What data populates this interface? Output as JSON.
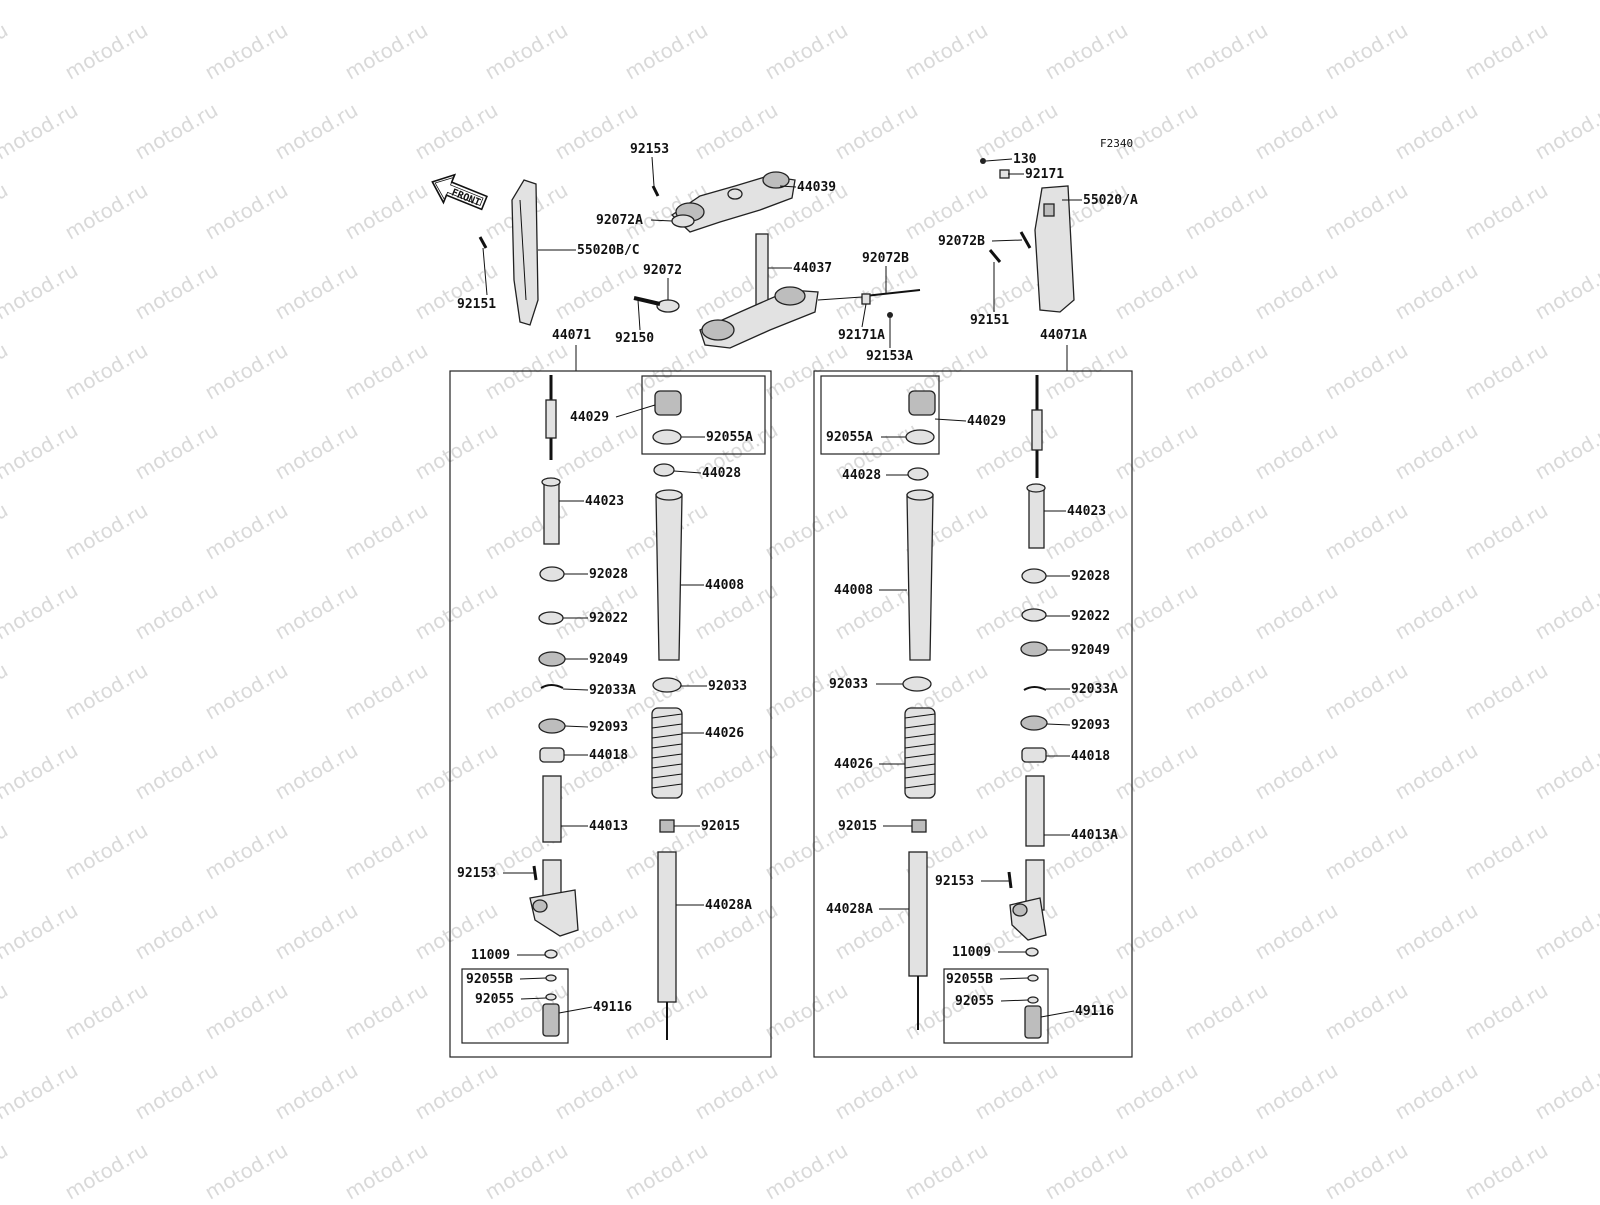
{
  "watermark": "motod.ru",
  "figure_code": "F2340",
  "front_arrow": "FRONT",
  "labels": {
    "p92153_top": "92153",
    "p44039": "44039",
    "p92072A": "92072A",
    "p44037": "44037",
    "p92072": "92072",
    "p92072B_c": "92072B",
    "p92150": "92150",
    "p92171A": "92171A",
    "p92153A": "92153A",
    "p55020BC": "55020B/C",
    "p92151_l": "92151",
    "p130": "130",
    "p92171": "92171",
    "p55020A": "55020/A",
    "p92072B_r": "92072B",
    "p92151_r": "92151",
    "p44071": "44071",
    "p44071A": "44071A"
  },
  "left_fork": {
    "l44029": "44029",
    "l92055A": "92055A",
    "l44028": "44028",
    "l44023": "44023",
    "l92028": "92028",
    "l44008": "44008",
    "l92022": "92022",
    "l92049": "92049",
    "l92033": "92033",
    "l92033A": "92033A",
    "l92093": "92093",
    "l44026": "44026",
    "l44018": "44018",
    "l44013": "44013",
    "l92015": "92015",
    "l92153": "92153",
    "l44028A": "44028A",
    "l11009": "11009",
    "l92055B": "92055B",
    "l92055": "92055",
    "l49116": "49116"
  },
  "right_fork": {
    "r44029": "44029",
    "r92055A": "92055A",
    "r44028": "44028",
    "r44023": "44023",
    "r44008": "44008",
    "r92028": "92028",
    "r92022": "92022",
    "r92049": "92049",
    "r92033": "92033",
    "r92033A": "92033A",
    "r92093": "92093",
    "r44026": "44026",
    "r44018": "44018",
    "r92015": "92015",
    "r44013A": "44013A",
    "r92153": "92153",
    "r44028A": "44028A",
    "r11009": "11009",
    "r92055B": "92055B",
    "r92055": "92055",
    "r49116": "49116"
  }
}
